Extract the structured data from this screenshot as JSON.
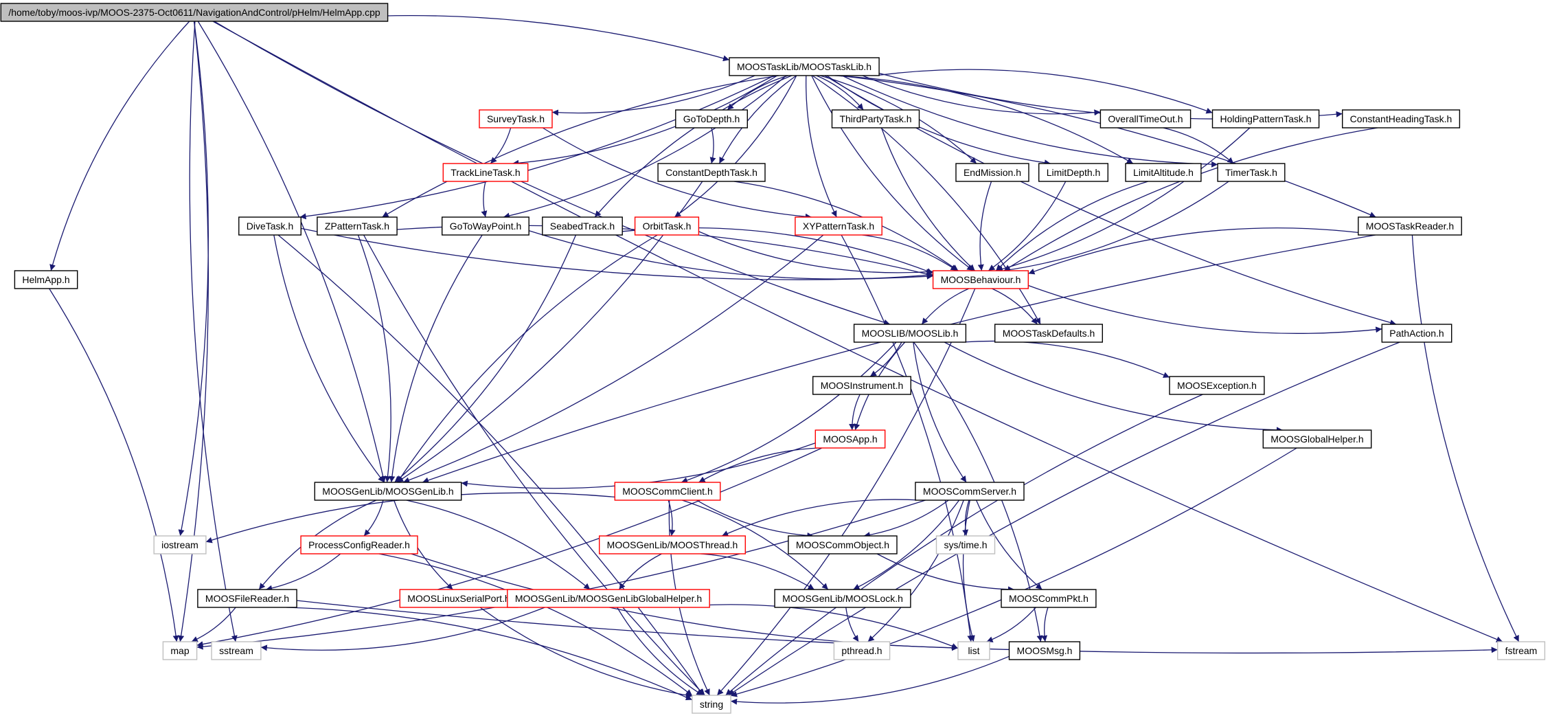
{
  "colors": {
    "edge": "#191970",
    "border_normal": "#000000",
    "border_truncated": "#ff0000",
    "border_system": "#bfbfbf",
    "root_fill": "#bfbfbf",
    "node_fill": "#ffffff",
    "text": "#000000",
    "system_text": "#555555"
  },
  "nodes": [
    {
      "id": "root",
      "label": "/home/toby/moos-ivp/MOOS-2375-Oct0611/NavigationAndControl/pHelm/HelmApp.cpp",
      "kind": "root"
    },
    {
      "id": "tasklib",
      "label": "MOOSTaskLib/MOOSTaskLib.h",
      "kind": "normal"
    },
    {
      "id": "survey",
      "label": "SurveyTask.h",
      "kind": "truncated"
    },
    {
      "id": "gotodepth",
      "label": "GoToDepth.h",
      "kind": "normal"
    },
    {
      "id": "thirdparty",
      "label": "ThirdPartyTask.h",
      "kind": "normal"
    },
    {
      "id": "overall",
      "label": "OverallTimeOut.h",
      "kind": "normal"
    },
    {
      "id": "holding",
      "label": "HoldingPatternTask.h",
      "kind": "normal"
    },
    {
      "id": "consthead",
      "label": "ConstantHeadingTask.h",
      "kind": "normal"
    },
    {
      "id": "trackline",
      "label": "TrackLineTask.h",
      "kind": "truncated"
    },
    {
      "id": "constdepth",
      "label": "ConstantDepthTask.h",
      "kind": "normal"
    },
    {
      "id": "endmission",
      "label": "EndMission.h",
      "kind": "normal"
    },
    {
      "id": "limitdepth",
      "label": "LimitDepth.h",
      "kind": "normal"
    },
    {
      "id": "limitalt",
      "label": "LimitAltitude.h",
      "kind": "normal"
    },
    {
      "id": "timer",
      "label": "TimerTask.h",
      "kind": "normal"
    },
    {
      "id": "dive",
      "label": "DiveTask.h",
      "kind": "normal"
    },
    {
      "id": "zpattern",
      "label": "ZPatternTask.h",
      "kind": "normal"
    },
    {
      "id": "gotowp",
      "label": "GoToWayPoint.h",
      "kind": "normal"
    },
    {
      "id": "seabed",
      "label": "SeabedTrack.h",
      "kind": "normal"
    },
    {
      "id": "orbit",
      "label": "OrbitTask.h",
      "kind": "truncated"
    },
    {
      "id": "xypattern",
      "label": "XYPatternTask.h",
      "kind": "truncated"
    },
    {
      "id": "taskreader",
      "label": "MOOSTaskReader.h",
      "kind": "normal"
    },
    {
      "id": "helmapp",
      "label": "HelmApp.h",
      "kind": "normal"
    },
    {
      "id": "behaviour",
      "label": "MOOSBehaviour.h",
      "kind": "truncated"
    },
    {
      "id": "mooslib",
      "label": "MOOSLIB/MOOSLib.h",
      "kind": "normal"
    },
    {
      "id": "taskdefaults",
      "label": "MOOSTaskDefaults.h",
      "kind": "normal"
    },
    {
      "id": "pathaction",
      "label": "PathAction.h",
      "kind": "normal"
    },
    {
      "id": "instrument",
      "label": "MOOSInstrument.h",
      "kind": "normal"
    },
    {
      "id": "exception",
      "label": "MOOSException.h",
      "kind": "normal"
    },
    {
      "id": "globalhelper",
      "label": "MOOSGlobalHelper.h",
      "kind": "normal"
    },
    {
      "id": "moosapp",
      "label": "MOOSApp.h",
      "kind": "truncated"
    },
    {
      "id": "genlib",
      "label": "MOOSGenLib/MOOSGenLib.h",
      "kind": "normal"
    },
    {
      "id": "commclient",
      "label": "MOOSCommClient.h",
      "kind": "truncated"
    },
    {
      "id": "commserver",
      "label": "MOOSCommServer.h",
      "kind": "normal"
    },
    {
      "id": "iostream",
      "label": "iostream",
      "kind": "system"
    },
    {
      "id": "procconfig",
      "label": "ProcessConfigReader.h",
      "kind": "truncated"
    },
    {
      "id": "moosthread",
      "label": "MOOSGenLib/MOOSThread.h",
      "kind": "truncated"
    },
    {
      "id": "commobject",
      "label": "MOOSCommObject.h",
      "kind": "normal"
    },
    {
      "id": "systime",
      "label": "sys/time.h",
      "kind": "system"
    },
    {
      "id": "filereader",
      "label": "MOOSFileReader.h",
      "kind": "normal"
    },
    {
      "id": "linuxserial",
      "label": "MOOSLinuxSerialPort.h",
      "kind": "truncated"
    },
    {
      "id": "genlibglobal",
      "label": "MOOSGenLib/MOOSGenLibGlobalHelper.h",
      "kind": "truncated"
    },
    {
      "id": "mooslock",
      "label": "MOOSGenLib/MOOSLock.h",
      "kind": "normal"
    },
    {
      "id": "commpkt",
      "label": "MOOSCommPkt.h",
      "kind": "normal"
    },
    {
      "id": "map",
      "label": "map",
      "kind": "system"
    },
    {
      "id": "sstream",
      "label": "sstream",
      "kind": "system"
    },
    {
      "id": "pthread",
      "label": "pthread.h",
      "kind": "system"
    },
    {
      "id": "list",
      "label": "list",
      "kind": "system"
    },
    {
      "id": "moosmsg",
      "label": "MOOSMsg.h",
      "kind": "normal"
    },
    {
      "id": "fstream",
      "label": "fstream",
      "kind": "system"
    },
    {
      "id": "string",
      "label": "string",
      "kind": "system"
    }
  ],
  "edges": [
    [
      "root",
      "tasklib"
    ],
    [
      "root",
      "fstream"
    ],
    [
      "root",
      "map"
    ],
    [
      "root",
      "helmapp"
    ],
    [
      "root",
      "iostream"
    ],
    [
      "root",
      "sstream"
    ],
    [
      "root",
      "genlib"
    ],
    [
      "root",
      "mooslib"
    ],
    [
      "tasklib",
      "survey"
    ],
    [
      "tasklib",
      "gotodepth"
    ],
    [
      "tasklib",
      "thirdparty"
    ],
    [
      "tasklib",
      "overall"
    ],
    [
      "tasklib",
      "holding"
    ],
    [
      "tasklib",
      "consthead"
    ],
    [
      "tasklib",
      "trackline"
    ],
    [
      "tasklib",
      "constdepth"
    ],
    [
      "tasklib",
      "endmission"
    ],
    [
      "tasklib",
      "limitdepth"
    ],
    [
      "tasklib",
      "limitalt"
    ],
    [
      "tasklib",
      "timer"
    ],
    [
      "tasklib",
      "dive"
    ],
    [
      "tasklib",
      "zpattern"
    ],
    [
      "tasklib",
      "gotowp"
    ],
    [
      "tasklib",
      "seabed"
    ],
    [
      "tasklib",
      "orbit"
    ],
    [
      "tasklib",
      "xypattern"
    ],
    [
      "tasklib",
      "taskreader"
    ],
    [
      "tasklib",
      "behaviour"
    ],
    [
      "tasklib",
      "taskdefaults"
    ],
    [
      "tasklib",
      "pathaction"
    ],
    [
      "survey",
      "trackline"
    ],
    [
      "survey",
      "xypattern"
    ],
    [
      "gotodepth",
      "constdepth"
    ],
    [
      "trackline",
      "gotowp"
    ],
    [
      "overall",
      "timer"
    ],
    [
      "thirdparty",
      "behaviour"
    ],
    [
      "holding",
      "behaviour"
    ],
    [
      "consthead",
      "behaviour"
    ],
    [
      "constdepth",
      "behaviour"
    ],
    [
      "endmission",
      "behaviour"
    ],
    [
      "limitdepth",
      "behaviour"
    ],
    [
      "limitalt",
      "behaviour"
    ],
    [
      "timer",
      "behaviour"
    ],
    [
      "dive",
      "behaviour"
    ],
    [
      "zpattern",
      "behaviour"
    ],
    [
      "gotowp",
      "behaviour"
    ],
    [
      "seabed",
      "behaviour"
    ],
    [
      "orbit",
      "behaviour"
    ],
    [
      "xypattern",
      "behaviour"
    ],
    [
      "taskreader",
      "behaviour"
    ],
    [
      "constdepth",
      "genlib"
    ],
    [
      "dive",
      "genlib"
    ],
    [
      "zpattern",
      "genlib"
    ],
    [
      "gotowp",
      "genlib"
    ],
    [
      "seabed",
      "genlib"
    ],
    [
      "orbit",
      "genlib"
    ],
    [
      "xypattern",
      "genlib"
    ],
    [
      "taskreader",
      "genlib"
    ],
    [
      "dive",
      "string"
    ],
    [
      "zpattern",
      "string"
    ],
    [
      "xypattern",
      "list"
    ],
    [
      "taskreader",
      "fstream"
    ],
    [
      "helmapp",
      "map"
    ],
    [
      "behaviour",
      "mooslib"
    ],
    [
      "behaviour",
      "taskdefaults"
    ],
    [
      "behaviour",
      "pathaction"
    ],
    [
      "behaviour",
      "string"
    ],
    [
      "pathaction",
      "string"
    ],
    [
      "mooslib",
      "instrument"
    ],
    [
      "mooslib",
      "moosapp"
    ],
    [
      "mooslib",
      "commclient"
    ],
    [
      "mooslib",
      "commserver"
    ],
    [
      "mooslib",
      "exception"
    ],
    [
      "mooslib",
      "globalhelper"
    ],
    [
      "mooslib",
      "moosmsg"
    ],
    [
      "instrument",
      "moosapp"
    ],
    [
      "moosapp",
      "genlib"
    ],
    [
      "moosapp",
      "commclient"
    ],
    [
      "moosapp",
      "map"
    ],
    [
      "exception",
      "string"
    ],
    [
      "globalhelper",
      "string"
    ],
    [
      "genlib",
      "filereader"
    ],
    [
      "genlib",
      "procconfig"
    ],
    [
      "genlib",
      "linuxserial"
    ],
    [
      "genlib",
      "genlibglobal"
    ],
    [
      "commclient",
      "iostream"
    ],
    [
      "commclient",
      "moosthread"
    ],
    [
      "commclient",
      "commobject"
    ],
    [
      "commclient",
      "mooslock"
    ],
    [
      "commclient",
      "string"
    ],
    [
      "commserver",
      "map"
    ],
    [
      "commserver",
      "moosthread"
    ],
    [
      "commserver",
      "commobject"
    ],
    [
      "commserver",
      "systime"
    ],
    [
      "commserver",
      "mooslock"
    ],
    [
      "commserver",
      "commpkt"
    ],
    [
      "commserver",
      "pthread"
    ],
    [
      "commserver",
      "list"
    ],
    [
      "procconfig",
      "filereader"
    ],
    [
      "procconfig",
      "list"
    ],
    [
      "procconfig",
      "string"
    ],
    [
      "moosthread",
      "genlibglobal"
    ],
    [
      "moosthread",
      "mooslock"
    ],
    [
      "commobject",
      "commpkt"
    ],
    [
      "filereader",
      "map"
    ],
    [
      "filereader",
      "fstream"
    ],
    [
      "filereader",
      "string"
    ],
    [
      "linuxserial",
      "string"
    ],
    [
      "genlibglobal",
      "sstream"
    ],
    [
      "genlibglobal",
      "string"
    ],
    [
      "genlibglobal",
      "list"
    ],
    [
      "mooslock",
      "pthread"
    ],
    [
      "commpkt",
      "list"
    ],
    [
      "commpkt",
      "moosmsg"
    ],
    [
      "moosmsg",
      "string"
    ]
  ]
}
